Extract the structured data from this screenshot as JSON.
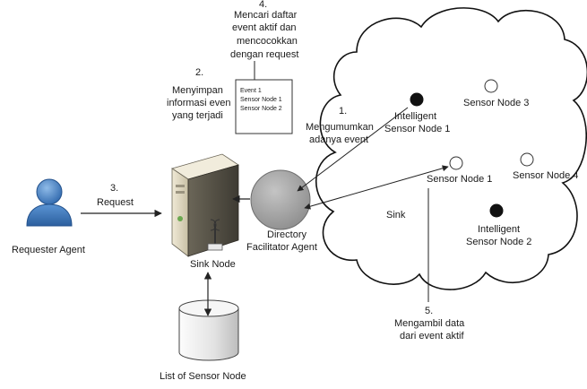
{
  "step4": {
    "number": "4.",
    "lines": [
      "Mencari daftar",
      "event aktif dan",
      "mencocokkan",
      "dengan request"
    ]
  },
  "step2": {
    "number": "2.",
    "lines": [
      "Menyimpan",
      "informasi even",
      "yang terjadi"
    ]
  },
  "info_box": {
    "lines": [
      "Event 1",
      "Sensor Node 1",
      "Sensor Node 2"
    ]
  },
  "step1": {
    "number": "1.",
    "lines": [
      "Mengumumkan",
      "adanya event"
    ]
  },
  "step3": {
    "number": "3.",
    "label": "Request"
  },
  "step5": {
    "number": "5.",
    "lines": [
      "Mengambil data",
      "dari event aktif"
    ]
  },
  "requester": {
    "label": "Requester Agent"
  },
  "sink_node": {
    "label": "Sink Node"
  },
  "directory": {
    "lines": [
      "Directory",
      "Facilitator Agent"
    ]
  },
  "database": {
    "label": "List of Sensor Node"
  },
  "cloud": {
    "sink_label": "Sink",
    "sensor_node_3": "Sensor Node 3",
    "sensor_node_1": "Sensor Node 1",
    "sensor_node_4": "Sensor Node 4",
    "intelligent_1": [
      "Intelligent",
      "Sensor Node 1"
    ],
    "intelligent_2": [
      "Intelligent",
      "Sensor Node 2"
    ]
  },
  "colors": {
    "agent_blue": "#3f7fc7",
    "directory_gray": "#a6a6a6",
    "server_beige": "#ddd5bd"
  }
}
